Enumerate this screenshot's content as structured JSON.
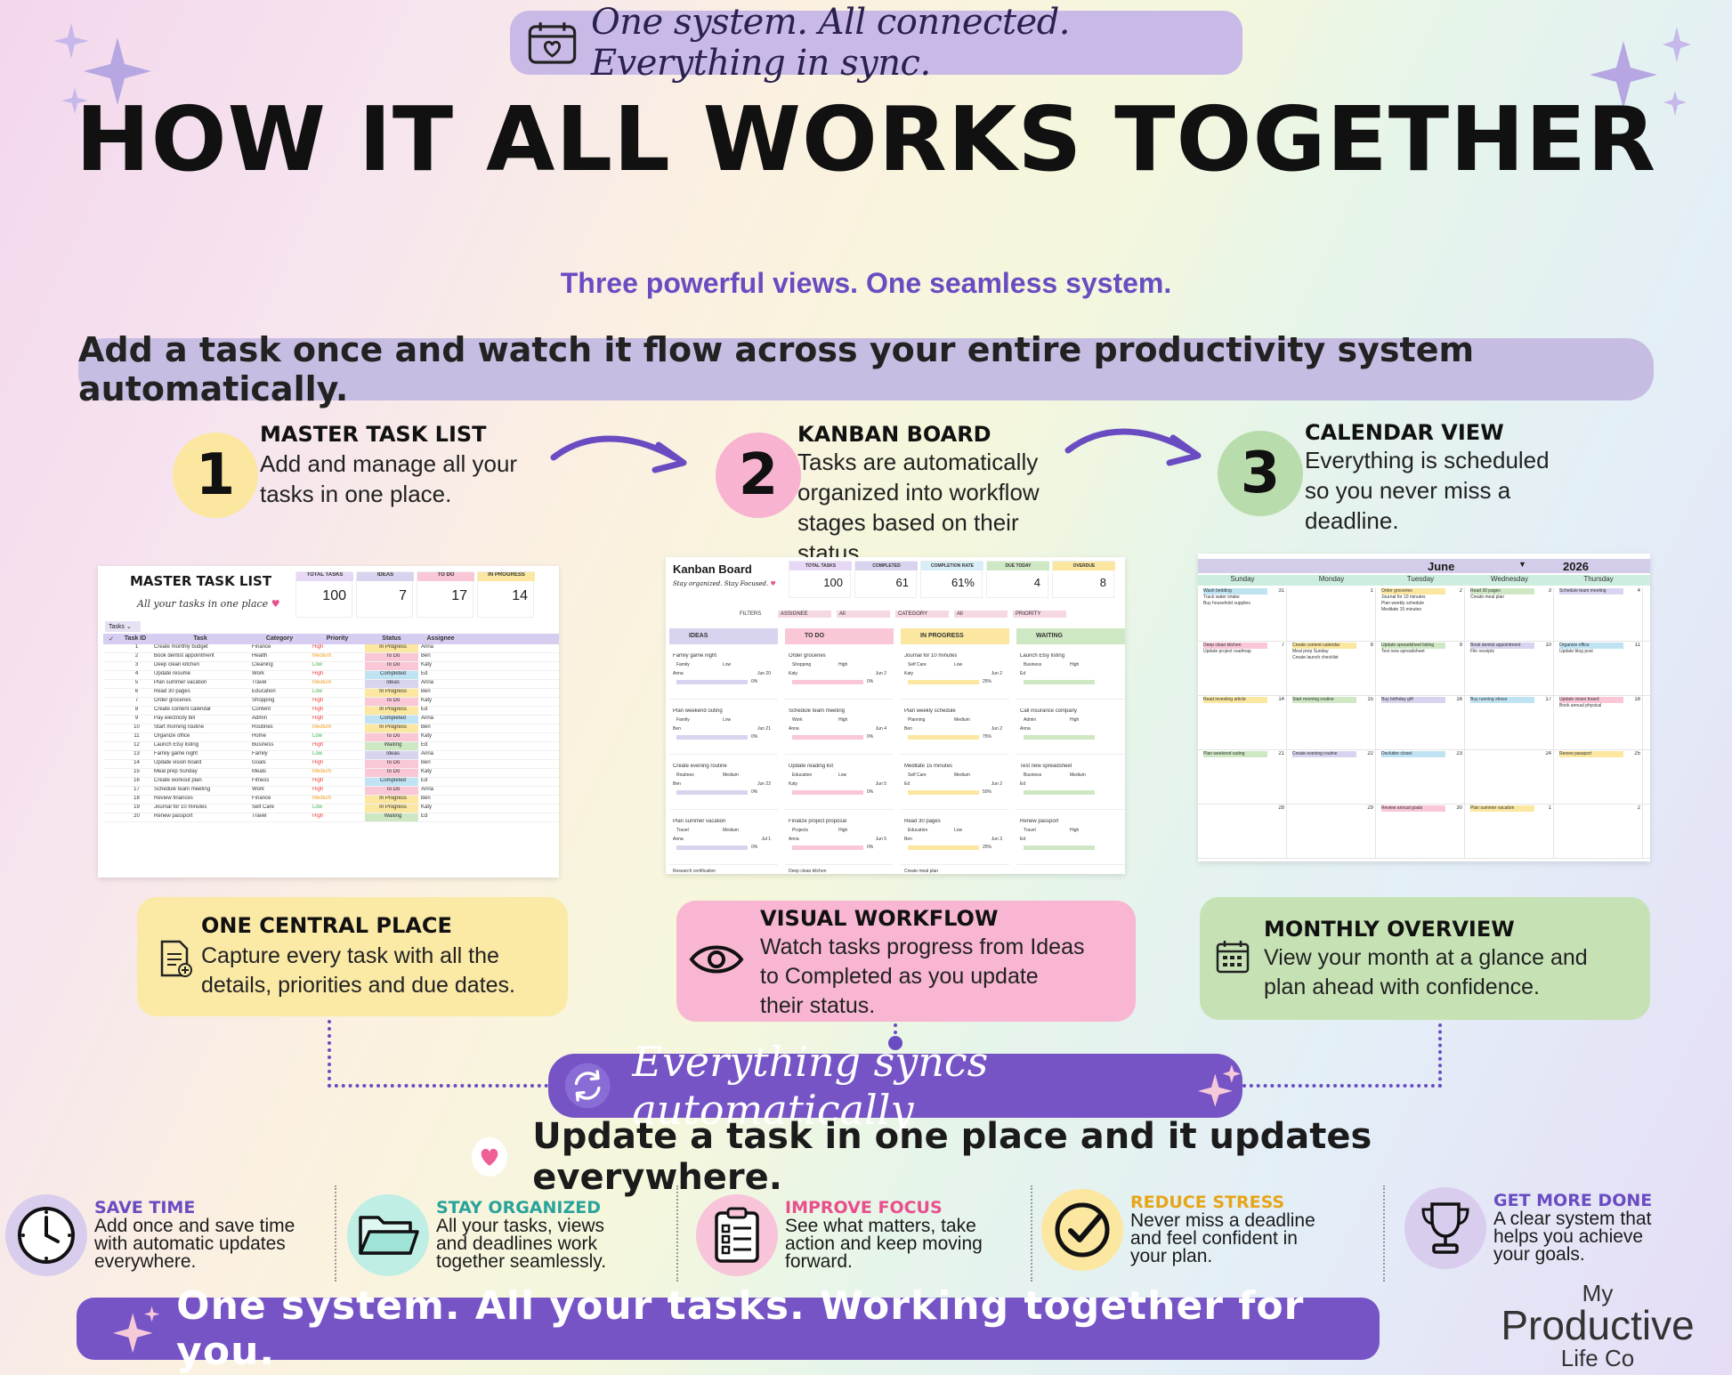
{
  "header": {
    "pill_text": "One system. All connected. Everything in sync.",
    "title": "HOW IT ALL WORKS TOGETHER",
    "subtitle": "Three powerful views. One seamless system.",
    "tagline": "Add a task once and watch it flow across your entire productivity system automatically."
  },
  "steps": [
    {
      "num": "1",
      "title": "MASTER TASK LIST",
      "desc": [
        "Add and manage all your",
        "tasks in one place."
      ],
      "color": "#fbe7a0"
    },
    {
      "num": "2",
      "title": "KANBAN BOARD",
      "desc": [
        "Tasks are automatically",
        "organized into workflow",
        "stages based on their",
        "status."
      ],
      "color": "#f7b3cf"
    },
    {
      "num": "3",
      "title": "CALENDAR VIEW",
      "desc": [
        "Everything is scheduled",
        "so you never miss a",
        "deadline."
      ],
      "color": "#b9dcad"
    }
  ],
  "master": {
    "title": "MASTER TASK LIST",
    "script": "All your tasks in one place",
    "stats": [
      {
        "label": "TOTAL TASKS",
        "value": "100"
      },
      {
        "label": "IDEAS",
        "value": "7"
      },
      {
        "label": "TO DO",
        "value": "17"
      },
      {
        "label": "IN PROGRESS",
        "value": "14"
      }
    ],
    "tab": "Tasks",
    "headers": [
      "✓",
      "Task ID",
      "Task",
      "Category",
      "Priority",
      "Status",
      "Assignee"
    ],
    "rows": [
      [
        "1",
        "Create monthly budget",
        "Finance",
        "High",
        "In Progress",
        "Anna"
      ],
      [
        "2",
        "Book dentist appointment",
        "Health",
        "Medium",
        "To Do",
        "Ben"
      ],
      [
        "3",
        "Deep clean kitchen",
        "Cleaning",
        "Low",
        "To Do",
        "Katy"
      ],
      [
        "4",
        "Update resume",
        "Work",
        "High",
        "Completed",
        "Ed"
      ],
      [
        "5",
        "Plan summer vacation",
        "Travel",
        "Medium",
        "Ideas",
        "Anna"
      ],
      [
        "6",
        "Read 30 pages",
        "Education",
        "Low",
        "In Progress",
        "Ben"
      ],
      [
        "7",
        "Order groceries",
        "Shopping",
        "High",
        "To Do",
        "Katy"
      ],
      [
        "8",
        "Create content calendar",
        "Content",
        "High",
        "In Progress",
        "Ed"
      ],
      [
        "9",
        "Pay electricity bill",
        "Admin",
        "High",
        "Completed",
        "Anna"
      ],
      [
        "10",
        "Start morning routine",
        "Routines",
        "Medium",
        "In Progress",
        "Ben"
      ],
      [
        "11",
        "Organize office",
        "Home",
        "Low",
        "To Do",
        "Katy"
      ],
      [
        "12",
        "Launch Etsy listing",
        "Business",
        "High",
        "Waiting",
        "Ed"
      ],
      [
        "13",
        "Family game night",
        "Family",
        "Low",
        "Ideas",
        "Anna"
      ],
      [
        "14",
        "Update vision board",
        "Goals",
        "High",
        "To Do",
        "Ben"
      ],
      [
        "15",
        "Meal prep Sunday",
        "Meals",
        "Medium",
        "To Do",
        "Katy"
      ],
      [
        "16",
        "Create workout plan",
        "Fitness",
        "High",
        "Completed",
        "Ed"
      ],
      [
        "17",
        "Schedule team meeting",
        "Work",
        "High",
        "To Do",
        "Anna"
      ],
      [
        "18",
        "Review finances",
        "Finance",
        "Medium",
        "In Progress",
        "Ben"
      ],
      [
        "19",
        "Journal for 10 minutes",
        "Self Care",
        "Low",
        "In Progress",
        "Katy"
      ],
      [
        "20",
        "Renew passport",
        "Travel",
        "High",
        "Waiting",
        "Ed"
      ]
    ]
  },
  "kanban": {
    "title": "Kanban Board",
    "script": "Stay organized. Stay Focused.",
    "stats": [
      {
        "label": "TOTAL TASKS",
        "value": "100"
      },
      {
        "label": "COMPLETED",
        "value": "61"
      },
      {
        "label": "COMPLETION RATE",
        "value": "61%"
      },
      {
        "label": "DUE TODAY",
        "value": "4"
      },
      {
        "label": "OVERDUE",
        "value": "8"
      }
    ],
    "filters": [
      "FILTERS",
      "ASSIGNEE",
      "All",
      "CATEGORY",
      "All",
      "PRIORITY"
    ],
    "columns": [
      {
        "name": "IDEAS",
        "cards": [
          {
            "t": "Family game night",
            "c": "Family",
            "p": "Low",
            "a": "Anna",
            "d": "Jun 20",
            "pct": "0%"
          },
          {
            "t": "Plan weekend outing",
            "c": "Family",
            "p": "Low",
            "a": "Ben",
            "d": "Jun 21",
            "pct": "0%"
          },
          {
            "t": "Create evening routine",
            "c": "Routines",
            "p": "Medium",
            "a": "Ben",
            "d": "Jun 22",
            "pct": "0%"
          },
          {
            "t": "Plan summer vacation",
            "c": "Travel",
            "p": "Medium",
            "a": "Anna",
            "d": "Jul 1",
            "pct": "0%"
          }
        ],
        "last": "Research certification"
      },
      {
        "name": "TO DO",
        "cards": [
          {
            "t": "Order groceries",
            "c": "Shopping",
            "p": "High",
            "a": "Katy",
            "d": "Jun 2",
            "pct": "0%"
          },
          {
            "t": "Schedule team meeting",
            "c": "Work",
            "p": "High",
            "a": "Anna",
            "d": "Jun 4",
            "pct": "0%"
          },
          {
            "t": "Update reading list",
            "c": "Education",
            "p": "Low",
            "a": "Katy",
            "d": "Jun 5",
            "pct": "0%"
          },
          {
            "t": "Finalize project proposal",
            "c": "Projects",
            "p": "High",
            "a": "Anna",
            "d": "Jun 5",
            "pct": "0%"
          }
        ],
        "last": "Deep clean kitchen"
      },
      {
        "name": "IN PROGRESS",
        "cards": [
          {
            "t": "Journal for 10 minutes",
            "c": "Self Care",
            "p": "Low",
            "a": "Katy",
            "d": "Jun 2",
            "pct": "25%"
          },
          {
            "t": "Plan weekly schedule",
            "c": "Planning",
            "p": "Medium",
            "a": "Ben",
            "d": "Jun 2",
            "pct": "75%"
          },
          {
            "t": "Meditate 15 minutes",
            "c": "Self Care",
            "p": "Medium",
            "a": "Ed",
            "d": "Jun 2",
            "pct": "50%"
          },
          {
            "t": "Read 30 pages",
            "c": "Education",
            "p": "Low",
            "a": "Ben",
            "d": "Jun 3",
            "pct": "25%"
          }
        ],
        "last": "Create meal plan"
      },
      {
        "name": "WAITING",
        "cards": [
          {
            "t": "Launch Etsy listing",
            "c": "Business",
            "p": "High",
            "a": "Ed",
            "d": "",
            "pct": ""
          },
          {
            "t": "Call insurance company",
            "c": "Admin",
            "p": "High",
            "a": "Anna",
            "d": "",
            "pct": ""
          },
          {
            "t": "Test new spreadsheet",
            "c": "Business",
            "p": "Medium",
            "a": "Ed",
            "d": "",
            "pct": ""
          },
          {
            "t": "Renew passport",
            "c": "Travel",
            "p": "High",
            "a": "Ed",
            "d": "",
            "pct": ""
          }
        ],
        "last": ""
      }
    ]
  },
  "calendar": {
    "month": "June",
    "year": "2026",
    "days": [
      "Sunday",
      "Monday",
      "Tuesday",
      "Wednesday",
      "Thursday"
    ],
    "weeks": [
      [
        {
          "n": "31",
          "ev": [
            "Wash bedding",
            "Track water intake",
            "Buy household supplies"
          ]
        },
        {
          "n": "1",
          "ev": []
        },
        {
          "n": "2",
          "ev": [
            "Order groceries",
            "Journal for 10 minutes",
            "Plan weekly schedule",
            "Meditate 15 minutes"
          ]
        },
        {
          "n": "3",
          "ev": [
            "Read 30 pages",
            "Create meal plan"
          ]
        },
        {
          "n": "4",
          "ev": [
            "Schedule team meeting"
          ]
        }
      ],
      [
        {
          "n": "7",
          "ev": [
            "Deep clean kitchen",
            "Update project roadmap"
          ]
        },
        {
          "n": "8",
          "ev": [
            "Create content calendar",
            "Meal prep Sunday",
            "Create launch checklist"
          ]
        },
        {
          "n": "9",
          "ev": [
            "Update spreadsheet listing",
            "Test new spreadsheet"
          ]
        },
        {
          "n": "10",
          "ev": [
            "Book dentist appointment",
            "File receipts"
          ]
        },
        {
          "n": "11",
          "ev": [
            "Organize office",
            "Update blog post"
          ]
        }
      ],
      [
        {
          "n": "14",
          "ev": [
            "Read investing article"
          ]
        },
        {
          "n": "15",
          "ev": [
            "Start morning routine"
          ]
        },
        {
          "n": "16",
          "ev": [
            "Buy birthday gift"
          ]
        },
        {
          "n": "17",
          "ev": [
            "Buy running shoes"
          ]
        },
        {
          "n": "18",
          "ev": [
            "Update vision board",
            "Book annual physical"
          ]
        }
      ],
      [
        {
          "n": "21",
          "ev": [
            "Plan weekend outing"
          ]
        },
        {
          "n": "22",
          "ev": [
            "Create evening routine"
          ]
        },
        {
          "n": "23",
          "ev": [
            "Declutter closet"
          ]
        },
        {
          "n": "24",
          "ev": []
        },
        {
          "n": "25",
          "ev": [
            "Renew passport"
          ]
        }
      ],
      [
        {
          "n": "28",
          "ev": []
        },
        {
          "n": "29",
          "ev": []
        },
        {
          "n": "30",
          "ev": [
            "Review annual goals"
          ]
        },
        {
          "n": "1",
          "ev": [
            "Plan summer vacation"
          ]
        },
        {
          "n": "2",
          "ev": []
        }
      ]
    ]
  },
  "features": [
    {
      "title": "ONE CENTRAL PLACE",
      "desc": [
        "Capture every task with all the",
        "details, priorities and due dates."
      ],
      "icon": "document-icon",
      "color": "#fbe9a6"
    },
    {
      "title": "VISUAL WORKFLOW",
      "desc": [
        "Watch tasks progress from Ideas",
        "to Completed as you update",
        "their status."
      ],
      "icon": "eye-icon",
      "color": "#f8b6d2"
    },
    {
      "title": "MONTHLY OVERVIEW",
      "desc": [
        "View your month at a glance and",
        "plan ahead with confidence."
      ],
      "icon": "calendar-icon",
      "color": "#c6e2b4"
    }
  ],
  "sync": {
    "banner": "Everything syncs automatically",
    "update_line": "Update a task in one place and it updates everywhere."
  },
  "benefits": [
    {
      "title": "SAVE TIME",
      "desc": [
        "Add once and save time",
        "with automatic updates",
        "everywhere."
      ],
      "color": "#6a4cc2",
      "icon": "clock-icon",
      "bg": "#d9cdee"
    },
    {
      "title": "STAY ORGANIZED",
      "desc": [
        "All your tasks, views",
        "and deadlines work",
        "together seamlessly."
      ],
      "color": "#2aa39b",
      "icon": "folder-icon",
      "bg": "#bfeee5"
    },
    {
      "title": "IMPROVE FOCUS",
      "desc": [
        "See what matters, take",
        "action and keep moving",
        "forward."
      ],
      "color": "#e84f8c",
      "icon": "clipboard-icon",
      "bg": "#f8c4d9"
    },
    {
      "title": "REDUCE STRESS",
      "desc": [
        "Never miss a deadline",
        "and feel confident in",
        "your plan."
      ],
      "color": "#e6a51a",
      "icon": "check-circle-icon",
      "bg": "#fbe7a0"
    },
    {
      "title": "GET MORE DONE",
      "desc": [
        "A clear system that",
        "helps you achieve",
        "your goals."
      ],
      "color": "#6a4cc2",
      "icon": "trophy-icon",
      "bg": "#d9cdee"
    }
  ],
  "footer": {
    "bar": "One system. All your tasks. Working together for you.",
    "brand": [
      "My",
      "Productive",
      "Life Co"
    ]
  }
}
